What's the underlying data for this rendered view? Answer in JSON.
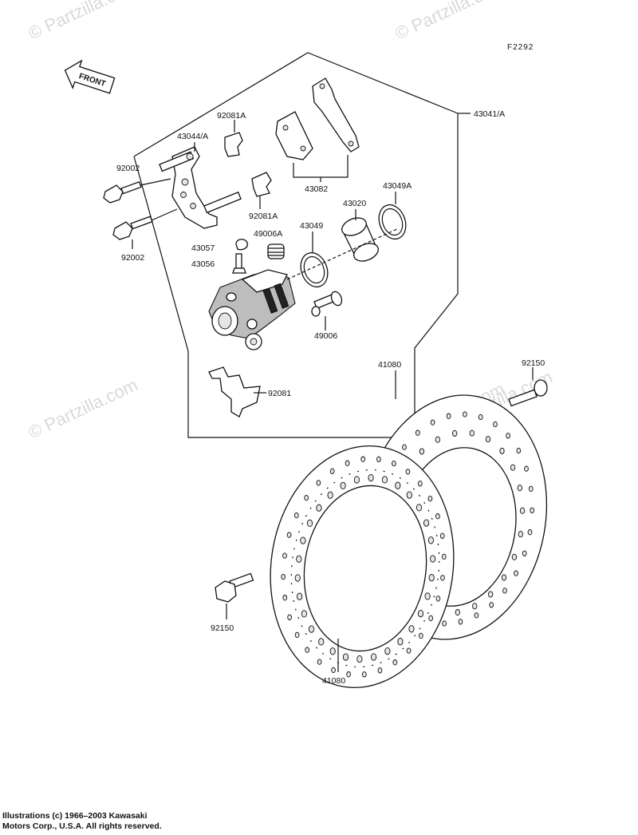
{
  "figure_code": "F2292",
  "watermarks": [
    "© Partzilla.com",
    "© Partzilla.com",
    "© Partzilla.com",
    "© Partzilla.com",
    "© Partzilla.com"
  ],
  "front_arrow": {
    "label": "FRONT"
  },
  "callouts": {
    "assy_caliper": "43041/A",
    "holder": "43044/A",
    "clip_top": "92081A",
    "clip_mid": "92081A",
    "bolt_upper": "92002",
    "bolt_lower": "92002",
    "pads": "43082",
    "piston": "43020",
    "seal_dust": "43049A",
    "seal_piston": "43049",
    "boot": "49006A",
    "cap": "43057",
    "bleeder": "43056",
    "pin": "49006",
    "spring": "92081",
    "disc_rear": "41080",
    "disc_front": "41080",
    "bolt_disc_right": "92150",
    "bolt_disc_left": "92150"
  },
  "copyright": {
    "line1": "Illustrations (c) 1966–2003 Kawasaki",
    "line2": "Motors Corp., U.S.A.  All rights reserved."
  }
}
